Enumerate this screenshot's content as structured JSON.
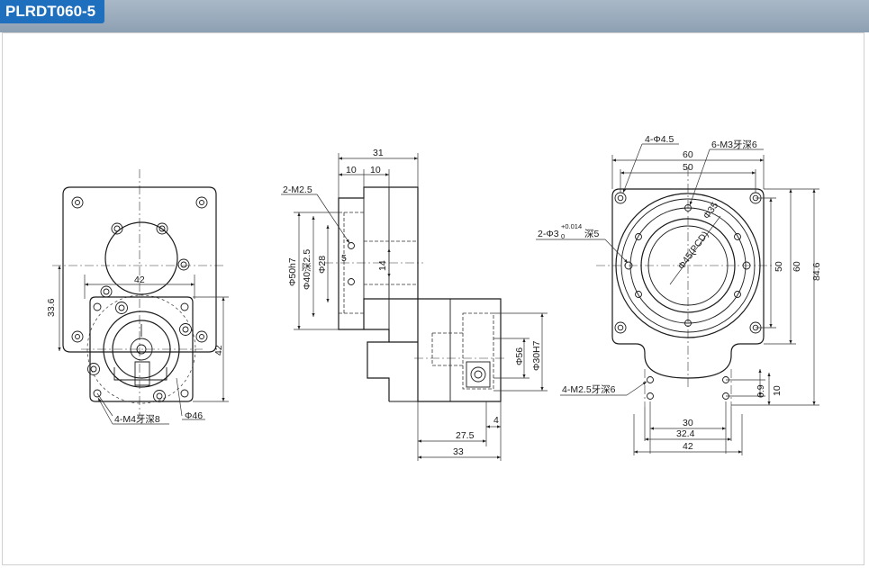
{
  "title": "PLRDT060-5",
  "colors": {
    "header_tag": "#1f6fbf",
    "header_bar": "#9aaabb",
    "line": "#1a1a1a"
  },
  "front_view": {
    "dim_42_h": "42",
    "dim_33_6": "33.6",
    "dim_42_v": "42",
    "note_m4": "4-M4牙深8",
    "note_d46": "Φ46"
  },
  "side_view": {
    "dim_31": "31",
    "dim_10a": "10",
    "dim_10b": "10",
    "note_m2_5": "2-M2.5",
    "dim_d50": "Φ50h7",
    "dim_d40": "Φ40深2.5",
    "dim_d28": "Φ28",
    "dim_5": "5",
    "dim_14": "14",
    "dim_d56": "Φ56",
    "dim_d30": "Φ30H7",
    "dim_4": "4",
    "dim_27_5": "27.5",
    "dim_33": "33"
  },
  "top_view": {
    "note_d4_5": "4-Φ4.5",
    "note_m3": "6-M3牙深6",
    "dim_60": "60",
    "dim_50": "50",
    "note_pin_prefix": "2-Φ3",
    "note_pin_tol_up": "+0.014",
    "note_pin_tol_low": "0",
    "note_pin_suffix": "深5",
    "dim_d45_pcd": "Φ45(PCD)",
    "dim_d35": "Φ35",
    "dim_50_v": "50",
    "dim_60_v": "60",
    "dim_84_6": "84.6",
    "note_m2_5_6": "4-M2.5牙深6",
    "dim_6_9": "6.9",
    "dim_10_v": "10",
    "dim_30": "30",
    "dim_32_4": "32.4",
    "dim_42": "42"
  }
}
